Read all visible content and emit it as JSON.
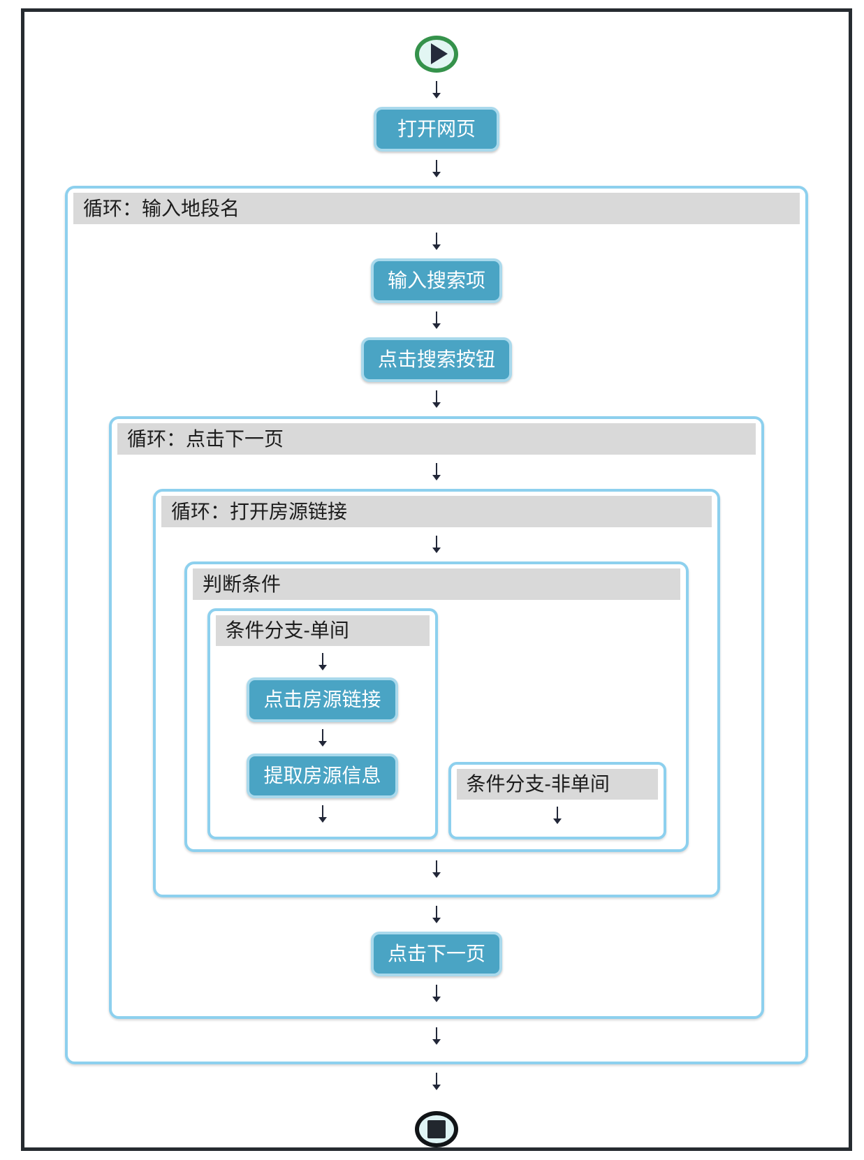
{
  "diagram": {
    "kind": "rpa-workflow-flowchart",
    "colors": {
      "node_fill": "#4aa4c4",
      "node_border": "#a9d9ec",
      "container_border": "#8dd0ee",
      "header_strip": "#d9d9d9",
      "outer_frame": "#262b30",
      "start_ring_green": "#35924b",
      "stop_ring_black": "#111417",
      "arrow": "#222738"
    },
    "icons": {
      "start": "play-icon",
      "end": "stop-icon",
      "connector": "flow-arrow-down-icon"
    }
  },
  "containers": {
    "loop_input_district": "循环：输入地段名",
    "loop_click_next_page": "循环：点击下一页",
    "loop_open_listing_link": "循环：打开房源链接",
    "condition": "判断条件",
    "branch_single_room": "条件分支-单间",
    "branch_not_single_room": "条件分支-非单间"
  },
  "nodes": {
    "open_webpage": "打开网页",
    "input_search_term": "输入搜索项",
    "click_search_button": "点击搜索按钮",
    "click_listing_link": "点击房源链接",
    "extract_listing_info": "提取房源信息",
    "click_next_page": "点击下一页"
  }
}
